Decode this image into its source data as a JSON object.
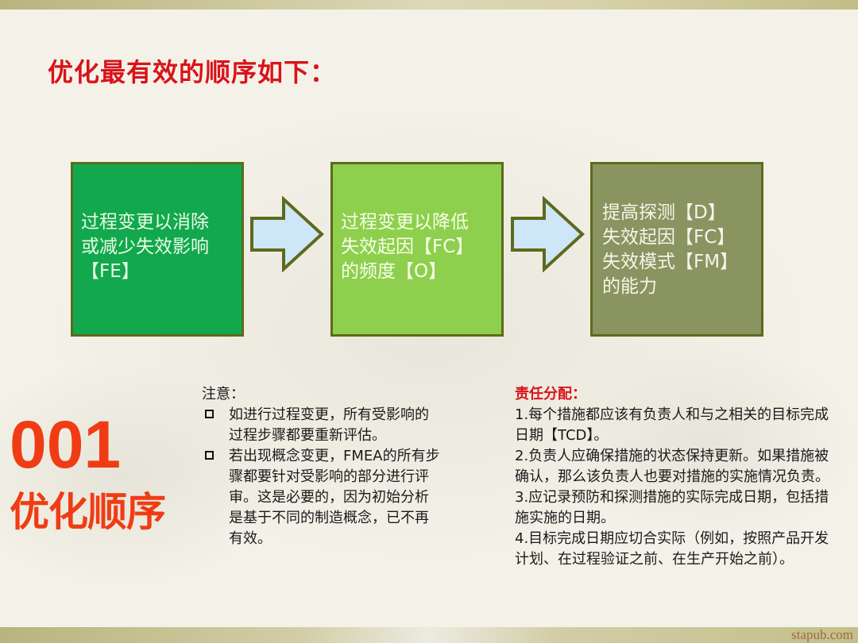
{
  "page": {
    "title": "优化最有效的顺序如下：",
    "watermark": "stapub.com"
  },
  "flow": {
    "boxes": [
      {
        "lines": [
          "过程变更以消除",
          "或减少失效影响",
          "【FE】"
        ],
        "color": "#12a84e"
      },
      {
        "lines": [
          "过程变更以降低",
          "失效起因【FC】",
          "的频度【O】"
        ],
        "color": "#8ecf4e"
      },
      {
        "lines": [
          "提高探测【D】",
          "失效起因【FC】",
          "失效模式【FM】",
          "的能力"
        ],
        "color": "#8a9460"
      }
    ],
    "arrow_icon": "right-arrow-icon",
    "arrow_color": "#cde6f8",
    "border_color": "#5e6a1c"
  },
  "section": {
    "number": "001",
    "label": "优化顺序",
    "accent_color": "#f03c14"
  },
  "notes": {
    "title": "注意：",
    "bullet_icon": "hollow-square-icon",
    "items": [
      "如进行过程变更，所有受影响的过程步骤都要重新评估。",
      "若出现概念变更，FMEA的所有步骤都要针对受影响的部分进行评审。这是必要的，因为初始分析是基于不同的制造概念，已不再有效。"
    ]
  },
  "responsibility": {
    "title": "责任分配：",
    "items": [
      "1.每个措施都应该有负责人和与之相关的目标完成日期【TCD】。",
      "2.负责人应确保措施的状态保持更新。如果措施被确认，那么该负责人也要对措施的实施情况负责。",
      "3.应记录预防和探测措施的实际完成日期，包括措施实施的日期。",
      "4.目标完成日期应切合实际（例如，按照产品开发计划、在过程验证之前、在生产开始之前）。"
    ]
  }
}
